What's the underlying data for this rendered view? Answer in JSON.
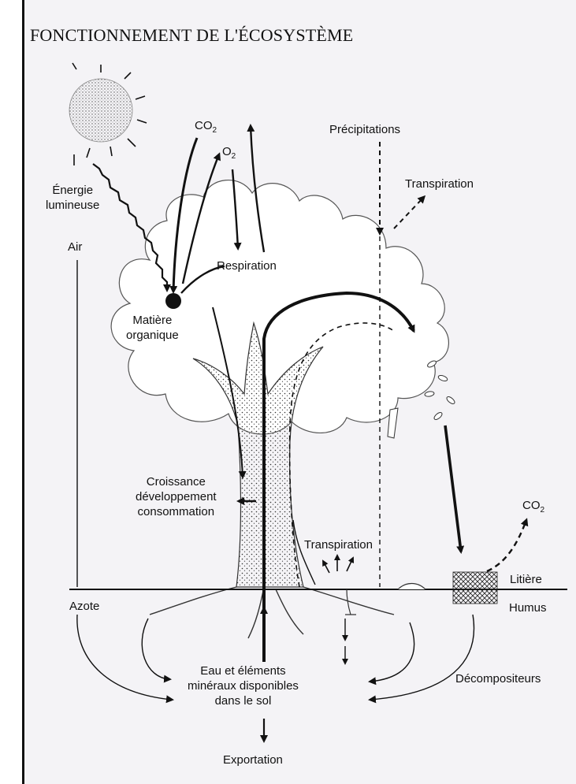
{
  "title": "FONCTIONNEMENT DE L'ÉCOSYSTÈME",
  "labels": {
    "co2_top": "CO",
    "co2_sub": "2",
    "o2": "O",
    "o2_sub": "2",
    "precipitations": "Précipitations",
    "transpiration_top": "Transpiration",
    "energie_line1": "Énergie",
    "energie_line2": "lumineuse",
    "air": "Air",
    "respiration": "Respiration",
    "matiere_line1": "Matière",
    "matiere_line2": "organique",
    "croissance_line1": "Croissance",
    "croissance_line2": "développement",
    "croissance_line3": "consommation",
    "co2_right": "CO",
    "co2_right_sub": "2",
    "transpiration_bottom": "Transpiration",
    "litiere": "Litière",
    "azote": "Azote",
    "humus": "Humus",
    "eau_line1": "Eau et éléments",
    "eau_line2": "minéraux disponibles",
    "eau_line3": "dans le sol",
    "decomposeurs": "Décompositeurs",
    "exportation": "Exportation"
  },
  "colors": {
    "ink": "#111111",
    "paper": "#f4f3f6"
  }
}
